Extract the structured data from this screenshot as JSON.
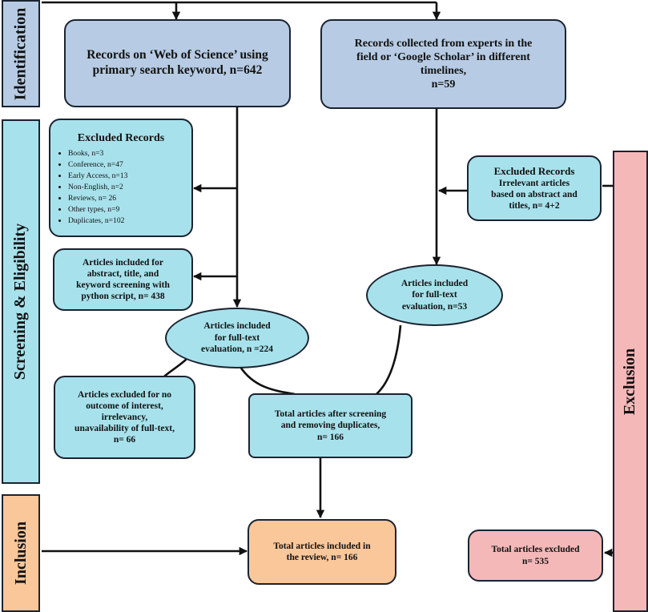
{
  "colors": {
    "blue": "#b7cce4",
    "cyan": "#a7e2ec",
    "orange": "#f9c79a",
    "pink": "#f4b8b8",
    "stroke": "#1b2330"
  },
  "phases": {
    "identification": "Identification",
    "screening": "Screening & Eligibility",
    "inclusion": "Inclusion",
    "exclusion": "Exclusion"
  },
  "nodes": {
    "wos_records": [
      "Records on ‘Web of Science’ using",
      "primary search keyword, n=642"
    ],
    "expert_records": [
      "Records collected from experts in the",
      "field or ‘Google Scholar’ in different",
      "timelines,",
      "n=59"
    ],
    "excluded_left": {
      "title": "Excluded Records",
      "items": [
        "Books, n=3",
        "Conference, n=47",
        "Early Access, n=13",
        "Non-English, n=2",
        "Reviews, n= 26",
        "Other types, n=9",
        "Duplicates, n=102"
      ]
    },
    "abstract_screening": [
      "Articles included for",
      "abstract, title, and",
      "keyword screening with",
      "python script, n= 438"
    ],
    "fulltext_left": [
      "Articles included",
      "for full-text",
      "evaluation, n =224"
    ],
    "excluded_no_outcome": [
      "Articles excluded for no",
      "outcome of interest,",
      "irrelevancy,",
      "unavailability of full-text,",
      "n= 66"
    ],
    "excluded_right": [
      "Excluded Records",
      "Irrelevant articles",
      "based on abstract and",
      "titles, n= 4+2"
    ],
    "fulltext_right": [
      "Articles included",
      "for full-text",
      "evaluation, n=53"
    ],
    "total_after_screening": [
      "Total articles after screening",
      "and removing duplicates,",
      "n= 166"
    ],
    "total_included": [
      "Total articles included in",
      "the review, n= 166"
    ],
    "total_excluded": [
      "Total articles excluded",
      "n= 535"
    ]
  }
}
